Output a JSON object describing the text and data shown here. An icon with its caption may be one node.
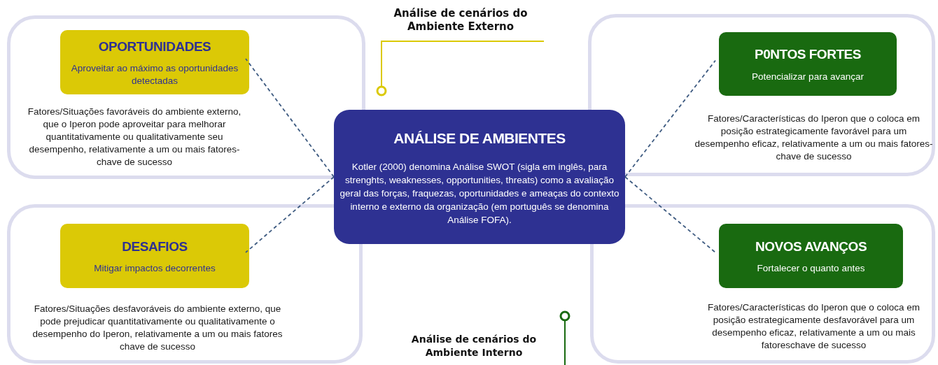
{
  "diagram": {
    "nodes": [
      {
        "text": [
          "Fatores/Situações favoráveis do ambiente externo, que o Iperon pode aproveitar para melhorar quantitativamente ou qualitativamente seu desempenho, relativamente a um ou mais fatores-chave de sucesso"
        ]
      },
      {
        "text": [
          "OPORTUNIDADES",
          "Aproveitar ao máximo as oportunidades detectadas"
        ],
        "in": 0
      },
      {
        "text": [
          "Fatores/Características do Iperon que o coloca em posição estrategicamente favorável para um desempenho eficaz, relativamente a um ou mais fatores-chave de sucesso"
        ]
      },
      {
        "text": [
          "P0NTOS FORTES",
          "Potencializar para avançar"
        ],
        "in": 2
      },
      {
        "text": [
          "Fatores/Situações desfavoráveis do ambiente externo, que pode prejudicar quantitativamente ou qualitativamente o desempenho do Iperon, relativamente a um ou mais fatores chave de sucesso"
        ]
      },
      {
        "text": [
          "DESAFIOS",
          "Mitigar impactos decorrentes"
        ],
        "in": 4
      },
      {
        "text": [
          "Fatores/Características do Iperon que o coloca em posição estrategicamente desfavorável para um desempenho eficaz, relativamente a um ou mais fatoreschave de sucesso"
        ]
      },
      {
        "text": [
          "NOVOS AVANÇOS",
          "Fortalecer o quanto antes"
        ],
        "in": 6
      },
      {
        "text": [
          "ANÁLISE DE AMBIENTES",
          "Kotler (2000) denomina Análise SWOT (sigla em inglês, para strenghts, weaknesses, opportunities, threats) como a avaliação geral das forças, fraquezas, oportunidades e ameaças do contexto interno e externo da organização (em português se denomina Análise FOFA)."
        ]
      }
    ],
    "edges": [
      {
        "from": 8,
        "to": 1,
        "arrow": "none",
        "style": "dashed"
      },
      {
        "from": 8,
        "to": 3,
        "arrow": "none",
        "style": "dashed"
      },
      {
        "from": 8,
        "to": 5,
        "arrow": "none",
        "style": "dashed"
      },
      {
        "from": 8,
        "to": 7,
        "arrow": "none",
        "style": "dashed"
      }
    ],
    "labels": [
      "Análise de cenários do Ambiente Externo",
      "Análise de cenários do Ambiente Interno"
    ]
  }
}
